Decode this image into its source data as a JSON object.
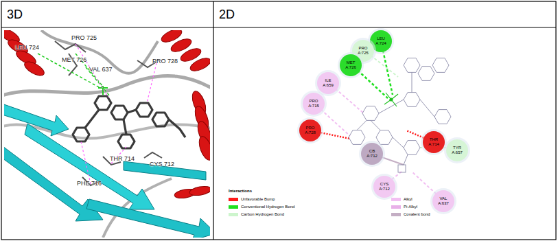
{
  "diagram": {
    "nodes": [
      {
        "text": [
          "3D"
        ]
      },
      {
        "text": [
          "2D"
        ]
      },
      {
        "text": [
          "LEU A:724"
        ],
        "in": 1
      },
      {
        "text": [
          "PRO A:725"
        ],
        "in": 1
      },
      {
        "text": [
          "MET A:726"
        ],
        "in": 1
      },
      {
        "text": [
          "ILE A:659"
        ],
        "in": 1
      },
      {
        "text": [
          "PRO A:715"
        ],
        "in": 1
      },
      {
        "text": [
          "PRO A:728"
        ],
        "in": 1
      },
      {
        "text": [
          "THR A:714"
        ],
        "in": 1
      },
      {
        "text": [
          "TYR A:657"
        ],
        "in": 1
      },
      {
        "text": [
          "CB A:712"
        ],
        "in": 1
      },
      {
        "text": [
          "CYS A:712"
        ],
        "in": 1
      },
      {
        "text": [
          "VAL A:637"
        ],
        "in": 1
      }
    ],
    "labels": [
      "LEU 724",
      "PRO 725",
      "MET 726",
      "VAL 637",
      "PRO 728",
      "THR 714",
      "CYS 712",
      "PHE 716",
      "Interactions"
    ],
    "legend": [
      {
        "text": "Unfavorable Bump",
        "color": "#ff1a1a"
      },
      {
        "text": "Conventional Hydrogen Bond",
        "color": "#1fe01f"
      },
      {
        "text": "Carbon Hydrogen Bond",
        "color": "#cdf5cd"
      },
      {
        "text": "Alkyl",
        "color": "#f2bff2"
      },
      {
        "text": "Pi-Alkyl",
        "color": "#e8b0e8"
      },
      {
        "text": "Covalent bond",
        "color": "#c4aec4"
      }
    ]
  }
}
